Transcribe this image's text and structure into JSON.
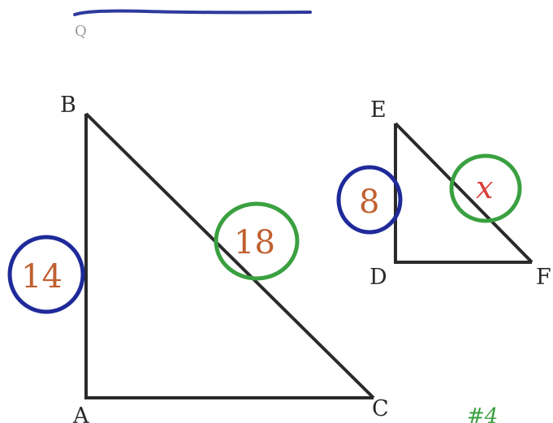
{
  "colors": {
    "line": "#2a2a2a",
    "blue_circle": "#1f2a9a",
    "green_circle": "#3aa040",
    "orange_text": "#c0602f",
    "red_text": "#d8403a",
    "top_stroke": "#2e3a9c"
  },
  "triangle_abc": {
    "vertices": {
      "a": "A",
      "b": "B",
      "c": "C"
    },
    "leg_ab_length": "14",
    "hyp_bc_length": "18"
  },
  "triangle_def": {
    "vertices": {
      "d": "D",
      "e": "E",
      "f": "F"
    },
    "leg_de_length": "8",
    "hyp_ef_length": "x"
  },
  "corner_mark": "#4",
  "top_mark": "Q"
}
